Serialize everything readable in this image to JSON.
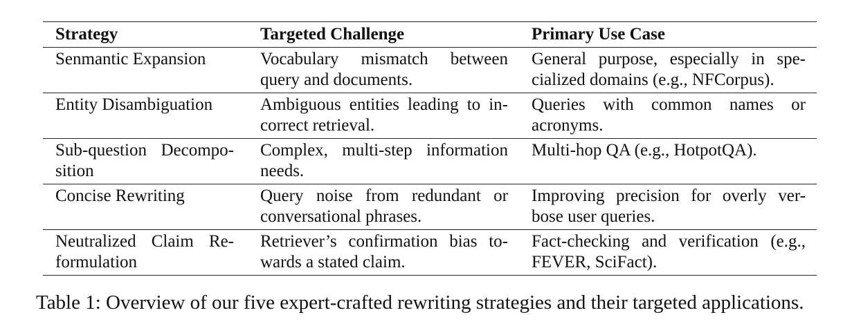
{
  "table": {
    "headers": [
      "Strategy",
      "Targeted Challenge",
      "Primary Use Case"
    ],
    "rows": [
      {
        "strategy": "Senmantic Expansion",
        "challenge": "Vocabulary mismatch between query and documents.",
        "use_case": "General purpose, especially in spe-cialized domains (e.g., NFCorpus)."
      },
      {
        "strategy": "Entity Disambiguation",
        "challenge": "Ambiguous entities leading to in-correct retrieval.",
        "use_case": "Queries with common names or acronyms."
      },
      {
        "strategy": "Sub-question Decompo-sition",
        "challenge": "Complex, multi-step information needs.",
        "use_case": "Multi-hop QA (e.g., HotpotQA)."
      },
      {
        "strategy": "Concise Rewriting",
        "challenge": "Query noise from redundant or conversational phrases.",
        "use_case": "Improving precision for overly ver-bose user queries."
      },
      {
        "strategy": "Neutralized Claim Re-formulation",
        "challenge": "Retriever’s confirmation bias to-wards a stated claim.",
        "use_case": "Fact-checking and verification (e.g., FEVER, SciFact)."
      }
    ]
  },
  "caption": "Table 1: Overview of our five expert-crafted rewriting strategies and their targeted applications."
}
